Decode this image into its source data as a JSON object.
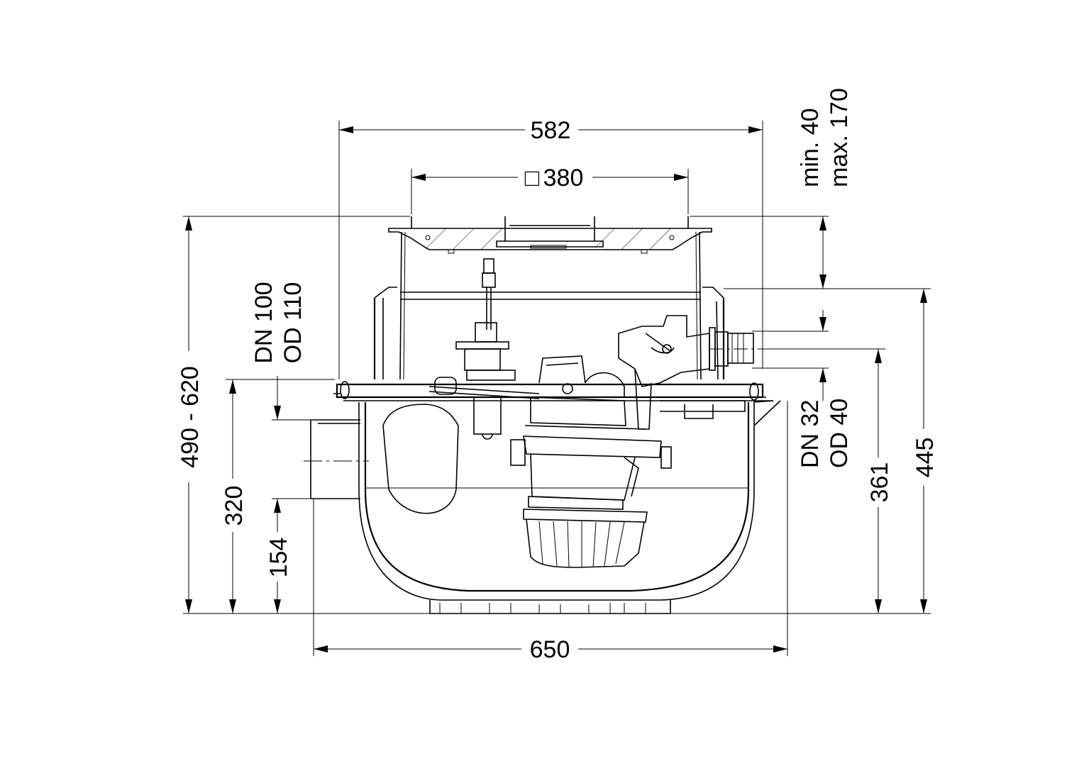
{
  "drawing": {
    "dimensions": {
      "width_top": "582",
      "cover_square": "380",
      "cover_square_symbol": "□",
      "total_height": "490 - 620",
      "inlet_height": "320",
      "inlet_bottom": "154",
      "inlet_dn": "DN 100",
      "inlet_od": "OD 110",
      "width_bottom": "650",
      "outlet_height": "361",
      "body_height": "445",
      "extension_min": "min. 40",
      "extension_max": "max. 170",
      "outlet_dn": "DN 32",
      "outlet_od": "OD 40"
    }
  }
}
